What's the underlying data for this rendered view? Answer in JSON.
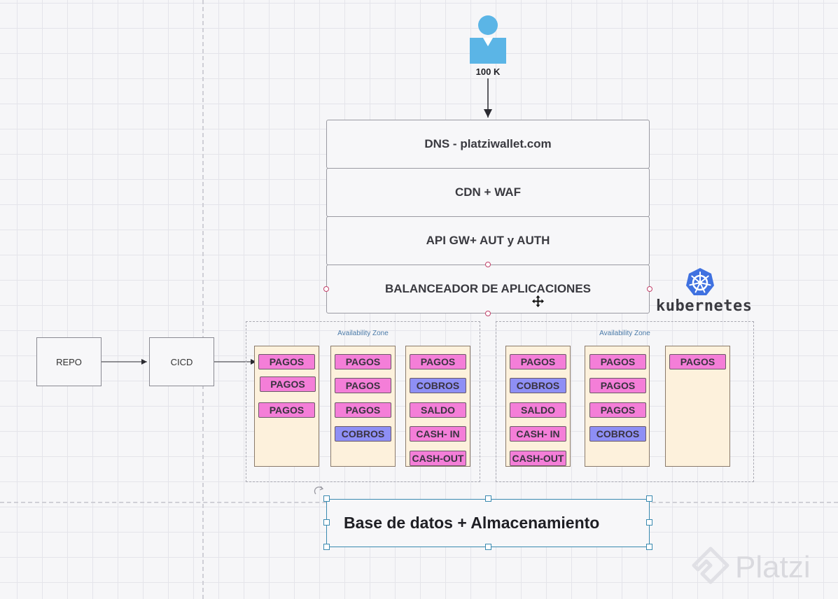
{
  "user": {
    "label": "100 K",
    "icon": "user-icon",
    "color": "#5bb5e6"
  },
  "stack": {
    "dns": "DNS - platziwallet.com",
    "cdn": "CDN + WAF",
    "api": "API GW+ AUT y AUTH",
    "lb": "BALANCEADOR DE APLICACIONES"
  },
  "pipeline": {
    "repo": "REPO",
    "cicd": "CICD"
  },
  "kubernetes": {
    "label": "kubernetes",
    "icon": "kubernetes-icon",
    "color": "#3f71e0"
  },
  "zones": [
    {
      "label": "Availability Zone",
      "columns": [
        [
          {
            "text": "PAGOS",
            "kind": "pink"
          },
          {
            "text": "PAGOS",
            "kind": "pink"
          },
          {
            "text": "PAGOS",
            "kind": "pink"
          }
        ],
        [
          {
            "text": "PAGOS",
            "kind": "pink"
          },
          {
            "text": "PAGOS",
            "kind": "pink"
          },
          {
            "text": "PAGOS",
            "kind": "pink"
          },
          {
            "text": "COBROS",
            "kind": "blue"
          }
        ],
        [
          {
            "text": "PAGOS",
            "kind": "pink"
          },
          {
            "text": "COBROS",
            "kind": "blue"
          },
          {
            "text": "SALDO",
            "kind": "pink"
          },
          {
            "text": "CASH- IN",
            "kind": "pink"
          },
          {
            "text": "CASH-OUT",
            "kind": "pink"
          }
        ]
      ]
    },
    {
      "label": "Availability Zone",
      "columns": [
        [
          {
            "text": "PAGOS",
            "kind": "pink"
          },
          {
            "text": "COBROS",
            "kind": "blue"
          },
          {
            "text": "SALDO",
            "kind": "pink"
          },
          {
            "text": "CASH- IN",
            "kind": "pink"
          },
          {
            "text": "CASH-OUT",
            "kind": "pink"
          }
        ],
        [
          {
            "text": "PAGOS",
            "kind": "pink"
          },
          {
            "text": "PAGOS",
            "kind": "pink"
          },
          {
            "text": "PAGOS",
            "kind": "pink"
          },
          {
            "text": "COBROS",
            "kind": "blue"
          }
        ],
        [
          {
            "text": "PAGOS",
            "kind": "pink"
          }
        ]
      ]
    }
  ],
  "database": {
    "label": "Base de datos + Almacenamiento"
  },
  "watermark": {
    "text": "Platzi",
    "icon": "platzi-logo-icon"
  },
  "colors": {
    "pink": "#f47ed8",
    "blue": "#8e8ff5",
    "column": "#fdf1dc",
    "selection": "#3a8ab0"
  }
}
